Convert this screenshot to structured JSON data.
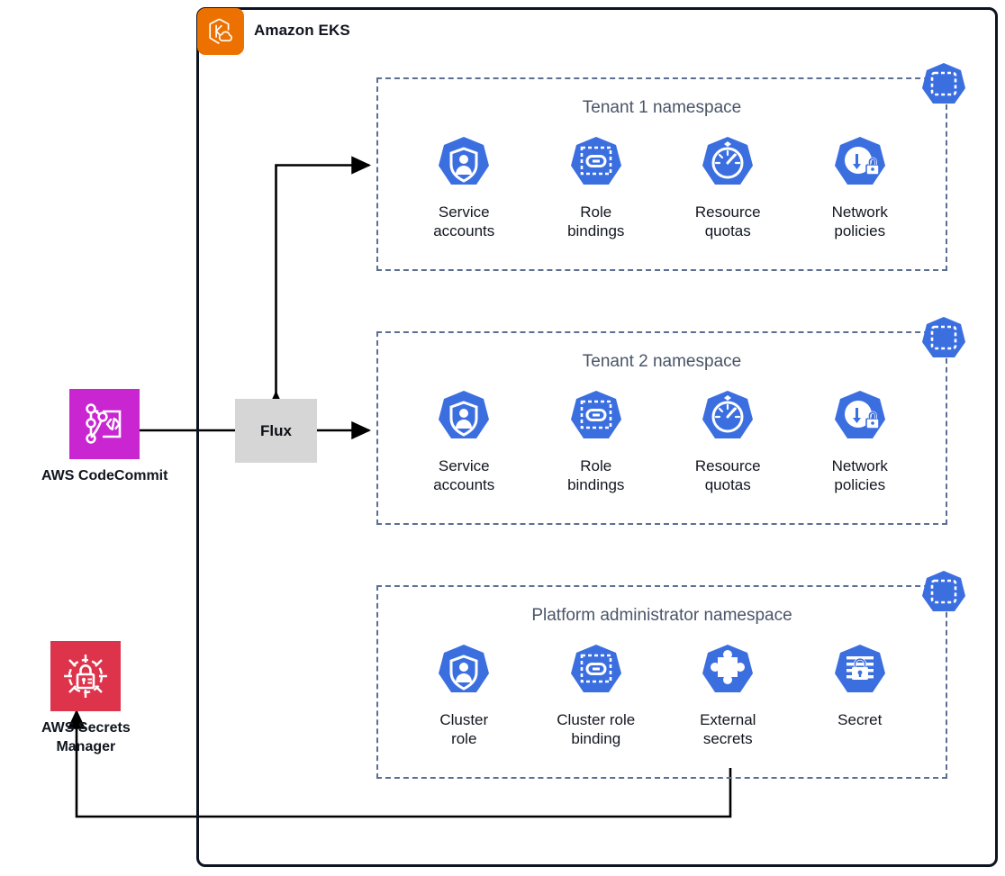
{
  "diagram": {
    "container": {
      "title": "Amazon EKS",
      "icon": "amazon-eks-icon",
      "accent_color": "#ED7100",
      "border_color": "#0d1321"
    },
    "namespaces": [
      {
        "id": "tenant-1",
        "title": "Tenant 1 namespace",
        "badge_icon": "kubernetes-namespace-icon",
        "items": [
          {
            "label": "Service\naccounts",
            "icon": "service-account-icon"
          },
          {
            "label": "Role\nbindings",
            "icon": "role-binding-icon"
          },
          {
            "label": "Resource\nquotas",
            "icon": "resource-quota-icon"
          },
          {
            "label": "Network\npolicies",
            "icon": "network-policy-icon"
          }
        ]
      },
      {
        "id": "tenant-2",
        "title": "Tenant 2 namespace",
        "badge_icon": "kubernetes-namespace-icon",
        "items": [
          {
            "label": "Service\naccounts",
            "icon": "service-account-icon"
          },
          {
            "label": "Role\nbindings",
            "icon": "role-binding-icon"
          },
          {
            "label": "Resource\nquotas",
            "icon": "resource-quota-icon"
          },
          {
            "label": "Network\npolicies",
            "icon": "network-policy-icon"
          }
        ]
      },
      {
        "id": "platform-administrator",
        "title": "Platform administrator namespace",
        "badge_icon": "kubernetes-namespace-icon",
        "items": [
          {
            "label": "Cluster\nrole",
            "icon": "cluster-role-icon"
          },
          {
            "label": "Cluster role\nbinding",
            "icon": "cluster-role-binding-icon"
          },
          {
            "label": "External\nsecrets",
            "icon": "external-secrets-icon"
          },
          {
            "label": "Secret",
            "icon": "secret-icon"
          }
        ]
      }
    ],
    "nodes": {
      "flux": {
        "label": "Flux",
        "fill": "#d6d6d6"
      },
      "codecommit": {
        "label": "AWS CodeCommit",
        "icon": "aws-codecommit-icon",
        "color": "#C925D1"
      },
      "secrets_manager": {
        "label": "AWS Secrets\nManager",
        "icon": "aws-secrets-manager-icon",
        "color": "#DD344C"
      }
    },
    "colors": {
      "kubernetes_blue": "#3B6FE0",
      "namespace_dash": "#5b6f93",
      "connector": "#000000"
    }
  }
}
